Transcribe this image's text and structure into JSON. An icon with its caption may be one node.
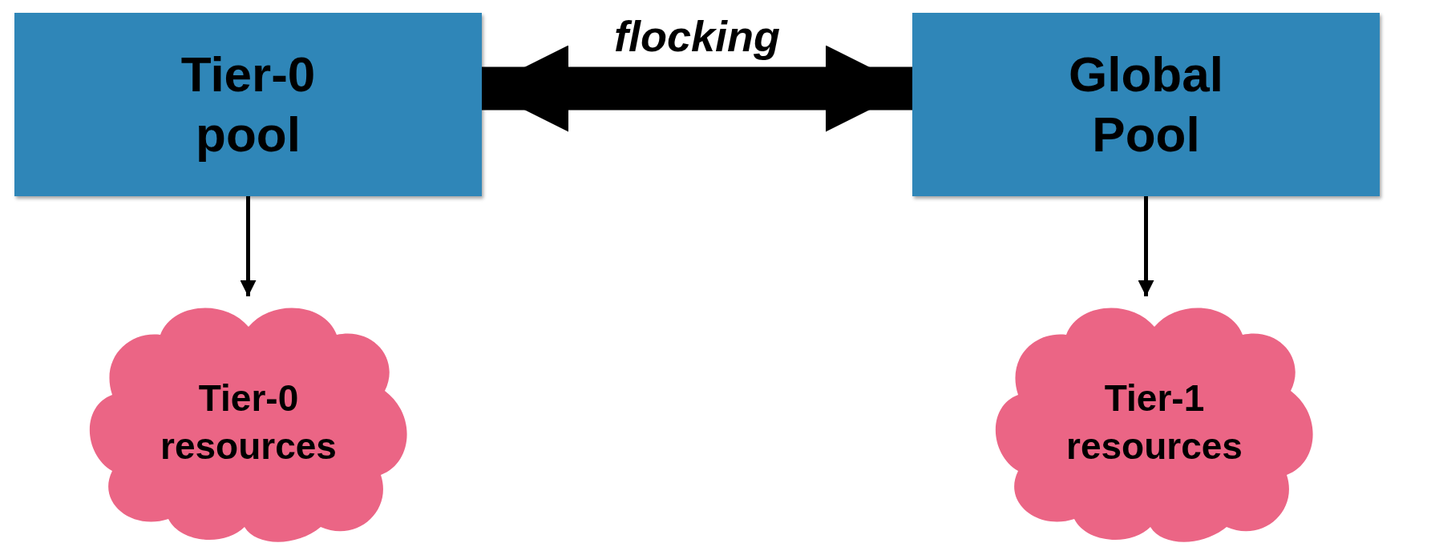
{
  "diagram": {
    "nodes": [
      {
        "text": [
          "Tier-0 pool"
        ]
      },
      {
        "text": [
          "Global Pool"
        ]
      },
      {
        "text": [
          "Tier-0 resources"
        ]
      },
      {
        "text": [
          "Tier-1 resources"
        ]
      }
    ],
    "edges": [
      {
        "from": 0,
        "to": 1,
        "arrow": "both",
        "label": "flocking",
        "style": "thick"
      },
      {
        "from": 0,
        "to": 2,
        "arrow": "to"
      },
      {
        "from": 1,
        "to": 3,
        "arrow": "to"
      }
    ]
  }
}
